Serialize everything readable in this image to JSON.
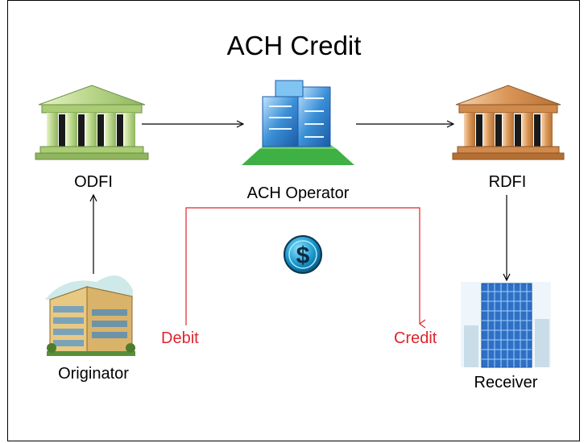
{
  "diagram": {
    "title": "ACH Credit",
    "nodes": {
      "odfi": {
        "label": "ODFI",
        "icon": "bank-icon",
        "color": "#b8d68a"
      },
      "ach_operator": {
        "label": "ACH Operator",
        "icon": "office-building-icon",
        "color": "#3a8fd6"
      },
      "rdfi": {
        "label": "RDFI",
        "icon": "bank-icon",
        "color": "#d99556"
      },
      "originator": {
        "label": "Originator",
        "icon": "company-building-icon",
        "color": "#d9b36a"
      },
      "receiver": {
        "label": "Receiver",
        "icon": "skyscraper-icon",
        "color": "#2f6fc4"
      }
    },
    "money_flow": {
      "debit_label": "Debit",
      "credit_label": "Credit",
      "color": "#e0242c",
      "icon": "dollar-coin-icon"
    },
    "arrows": [
      {
        "from": "originator",
        "to": "odfi"
      },
      {
        "from": "odfi",
        "to": "ach_operator"
      },
      {
        "from": "ach_operator",
        "to": "rdfi"
      },
      {
        "from": "rdfi",
        "to": "receiver"
      }
    ]
  }
}
